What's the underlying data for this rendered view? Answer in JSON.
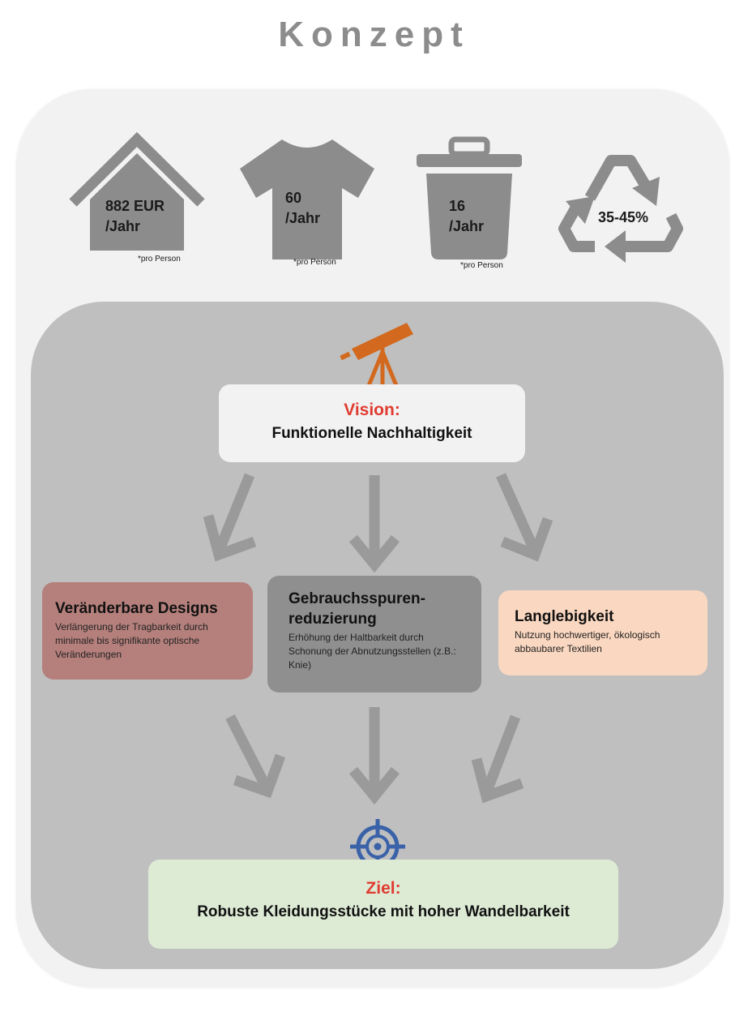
{
  "title": "Konzept",
  "stats": [
    {
      "icon": "house-icon",
      "value_line1": "882 EUR",
      "value_line2": "/Jahr",
      "note": "*pro Person"
    },
    {
      "icon": "tshirt-icon",
      "value_line1": "60",
      "value_line2": "/Jahr",
      "note": "*pro Person"
    },
    {
      "icon": "trash-can-icon",
      "value_line1": "16",
      "value_line2": "/Jahr",
      "note": "*pro Person"
    },
    {
      "icon": "recycle-icon",
      "value_line1": "35-45%"
    }
  ],
  "vision": {
    "icon": "telescope-icon",
    "label": "Vision:",
    "text": "Funktionelle Nachhaltigkeit"
  },
  "pillars": [
    {
      "heading": "Veränderbare Designs",
      "text": "Verlängerung der Tragbarkeit durch minimale bis signifikante optische Veränderungen"
    },
    {
      "heading_line1": "Gebrauchsspuren-",
      "heading_line2": "reduzierung",
      "text": "Erhöhung der Haltbarkeit durch Schonung der Abnutzungsstellen (z.B.: Knie)"
    },
    {
      "heading": "Langlebigkeit",
      "text": "Nutzung hochwertiger, ökologisch abbaubarer Textilien"
    }
  ],
  "goal": {
    "icon": "target-icon",
    "label": "Ziel:",
    "text": "Robuste Kleidungsstücke mit hoher Wandelbarkeit"
  },
  "colors": {
    "title": "#8c8c8c",
    "icon_gray": "#8c8c8c",
    "label_red": "#e03c31",
    "telescope_orange": "#d2691e",
    "target_blue": "#3a62a8",
    "pillar1_bg": "#b5807c",
    "pillar2_bg": "#8f8f8f",
    "pillar3_bg": "#fad7c0",
    "goal_bg": "#ddebd5"
  }
}
